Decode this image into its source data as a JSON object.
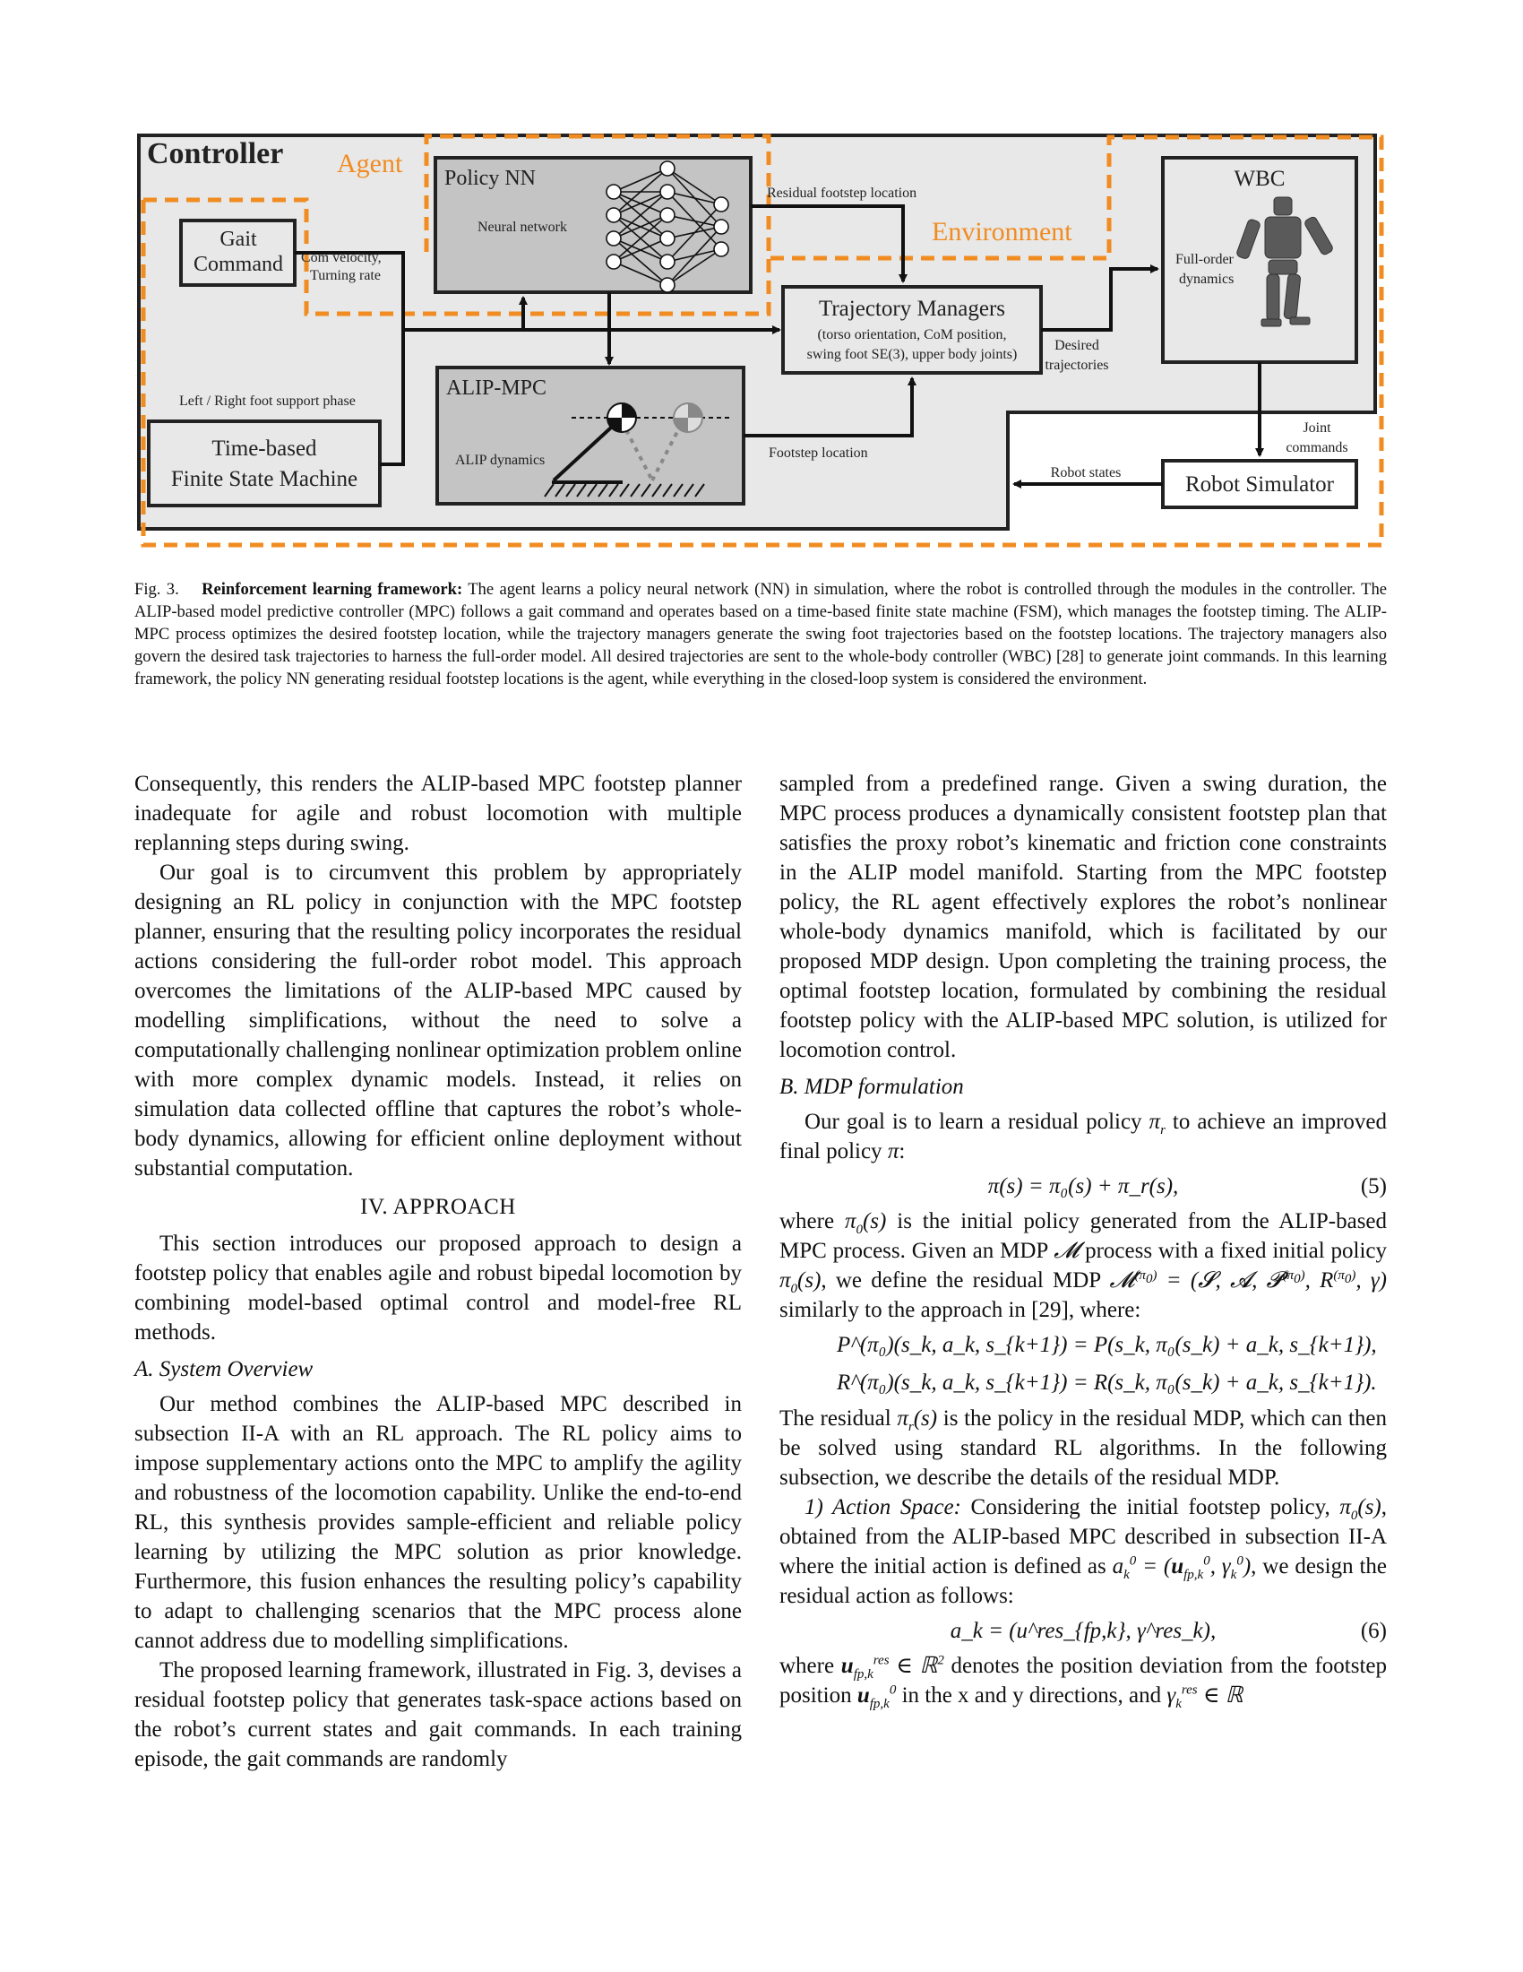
{
  "figure": {
    "controller_label": "Controller",
    "agent_label": "Agent",
    "environment_label": "Environment",
    "policy_nn_label": "Policy NN",
    "neural_network_label": "Neural network",
    "residual_footstep_label": "Residual footstep location",
    "gait_command_line1": "Gait",
    "gait_command_line2": "Command",
    "com_velocity_line1": "Com velocity,",
    "com_velocity_line2": "Turning rate",
    "traj_title": "Trajectory Managers",
    "traj_line1": "(torso orientation, CoM position,",
    "traj_line2": "swing foot SE(3), upper body joints)",
    "desired_line1": "Desired",
    "desired_line2": "trajectories",
    "wbc_label": "WBC",
    "fullorder_line1": "Full-order",
    "fullorder_line2": "dynamics",
    "alip_mpc_label": "ALIP-MPC",
    "alip_dynamics_label": "ALIP dynamics",
    "footstep_location_label": "Footstep location",
    "support_phase_label": "Left / Right foot support phase",
    "fsm_line1": "Time-based",
    "fsm_line2": "Finite State Machine",
    "joint_line1": "Joint",
    "joint_line2": "commands",
    "robot_states_label": "Robot states",
    "robot_simulator_label": "Robot Simulator",
    "colors": {
      "orange": "#f08c21",
      "panel_gray": "#e8e8e8",
      "block_gray": "#c4c4c4"
    }
  },
  "caption": {
    "prefix": "Fig. 3.",
    "bold": "Reinforcement learning framework:",
    "text": "The agent learns a policy neural network (NN) in simulation, where the robot is controlled through the modules in the controller. The ALIP-based model predictive controller (MPC) follows a gait command and operates based on a time-based finite state machine (FSM), which manages the footstep timing. The ALIP-MPC process optimizes the desired footstep location, while the trajectory managers generate the swing foot trajectories based on the footstep locations. The trajectory managers also govern the desired task trajectories to harness the full-order model. All desired trajectories are sent to the whole-body controller (WBC) [28] to generate joint commands. In this learning framework, the policy NN generating residual footstep locations is the agent, while everything in the closed-loop system is considered the environment."
  },
  "left": {
    "p1": "Consequently, this renders the ALIP-based MPC footstep planner inadequate for agile and robust locomotion with multiple replanning steps during swing.",
    "p2": "Our goal is to circumvent this problem by appropriately designing an RL policy in conjunction with the MPC footstep planner, ensuring that the resulting policy incorporates the residual actions considering the full-order robot model. This approach overcomes the limitations of the ALIP-based MPC caused by modelling simplifications, without the need to solve a computationally challenging nonlinear optimization problem online with more complex dynamic models. Instead, it relies on simulation data collected offline that captures the robot’s whole-body dynamics, allowing for efficient online deployment without substantial computation.",
    "section": "IV. APPROACH",
    "p3": "This section introduces our proposed approach to design a footstep policy that enables agile and robust bipedal locomotion by combining model-based optimal control and model-free RL methods.",
    "subA": "A. System Overview",
    "p4": "Our method combines the ALIP-based MPC described in subsection II-A with an RL approach. The RL policy aims to impose supplementary actions onto the MPC to amplify the agility and robustness of the locomotion capability. Unlike the end-to-end RL, this synthesis provides sample-efficient and reliable policy learning by utilizing the MPC solution as prior knowledge. Furthermore, this fusion enhances the resulting policy’s capability to adapt to challenging scenarios that the MPC process alone cannot address due to modelling simplifications.",
    "p5": "The proposed learning framework, illustrated in Fig. 3, devises a residual footstep policy that generates task-space actions based on the robot’s current states and gait commands. In each training episode, the gait commands are randomly"
  },
  "right": {
    "p1": "sampled from a predefined range. Given a swing duration, the MPC process produces a dynamically consistent footstep plan that satisfies the proxy robot’s kinematic and friction cone constraints in the ALIP model manifold. Starting from the MPC footstep policy, the RL agent effectively explores the robot’s nonlinear whole-body dynamics manifold, which is facilitated by our proposed MDP design. Upon completing the training process, the optimal footstep location, formulated by combining the residual footstep policy with the ALIP-based MPC solution, is utilized for locomotion control.",
    "subB": "B. MDP formulation",
    "p2a": "Our goal is to learn a residual policy",
    "p2b": "to achieve an improved final policy",
    "eq5": "π(s) = π₀(s) + π_r(s),",
    "eq5_num": "(5)",
    "p3a": "where",
    "p3b": "is the initial policy generated from the ALIP-based MPC process. Given an MDP",
    "p3c": "process with a fixed initial policy",
    "p3d": ", we define the residual MDP",
    "p3e": "similarly to the approach in [29], where:",
    "eq_p": "P^(π₀)(s_k, a_k, s_{k+1}) = P(s_k, π₀(s_k) + a_k, s_{k+1}),",
    "eq_r": "R^(π₀)(s_k, a_k, s_{k+1}) = R(s_k, π₀(s_k) + a_k, s_{k+1}).",
    "p4a": "The residual",
    "p4b": "is the policy in the residual MDP, which can then be solved using standard RL algorithms. In the following subsection, we describe the details of the residual MDP.",
    "runin": "1) Action Space:",
    "p5a": "Considering the initial footstep policy,",
    "p5b": ", obtained from the ALIP-based MPC described in subsection II-A where the initial action is defined as",
    "p5c": ", we design the residual action as follows:",
    "eq6": "a_k = (u^res_{fp,k}, γ^res_k),",
    "eq6_num": "(6)",
    "p6a": "where",
    "p6b": "denotes the position deviation from the footstep position",
    "p6c": "in the x and y directions, and"
  }
}
